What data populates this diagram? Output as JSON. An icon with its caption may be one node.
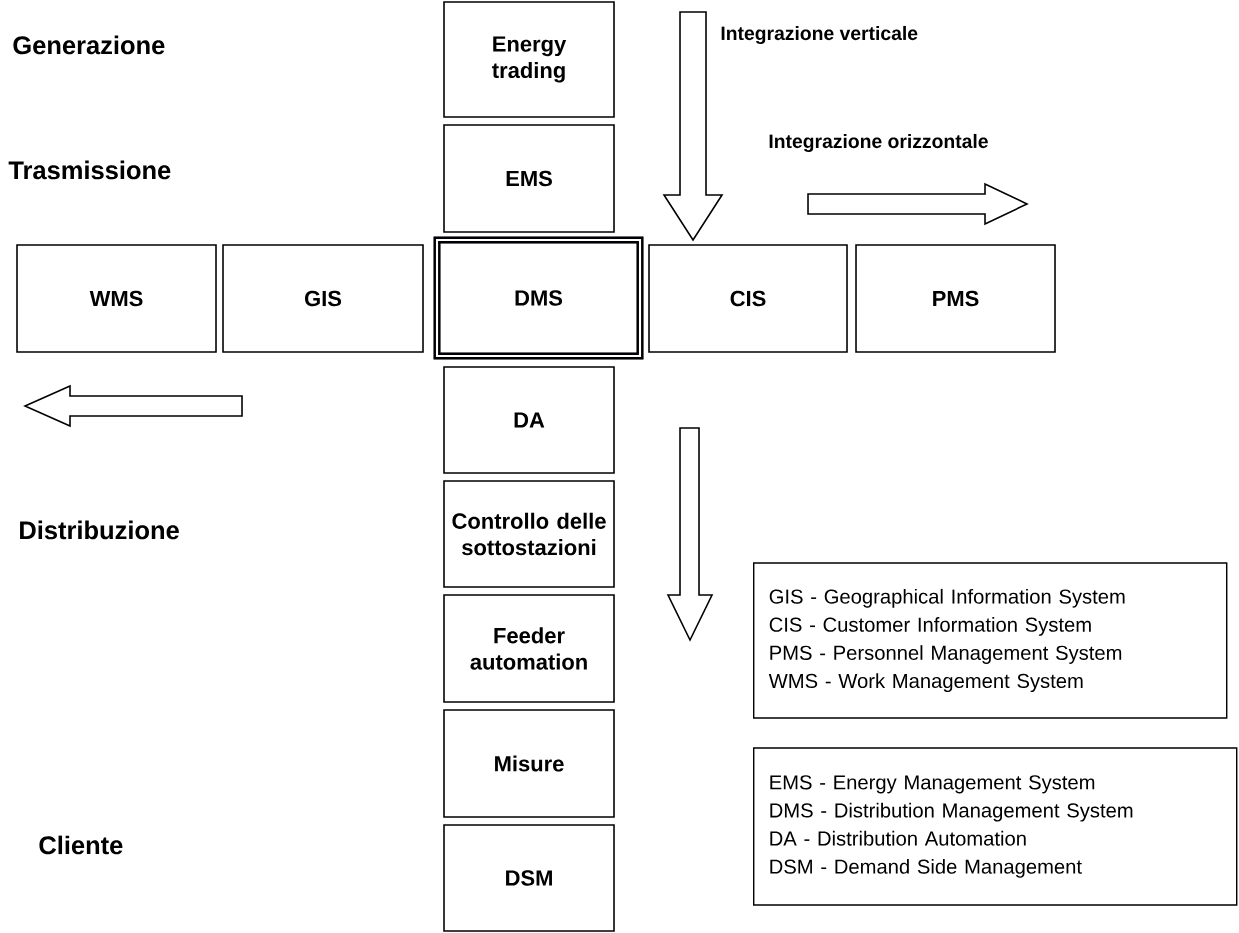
{
  "diagram": {
    "nodes": [
      {
        "text": [
          "Energy trading"
        ]
      },
      {
        "text": [
          "EMS"
        ]
      },
      {
        "text": [
          "WMS"
        ]
      },
      {
        "text": [
          "GIS"
        ]
      },
      {
        "text": [
          "DMS"
        ]
      },
      {
        "text": [
          "CIS"
        ]
      },
      {
        "text": [
          "PMS"
        ]
      },
      {
        "text": [
          "DA"
        ]
      },
      {
        "text": [
          "Controllo delle sottostazioni"
        ]
      },
      {
        "text": [
          "Feeder automation"
        ]
      },
      {
        "text": [
          "Misure"
        ]
      },
      {
        "text": [
          "DSM"
        ]
      },
      {
        "text": [
          "GIS - Geographical Information System",
          "CIS - Customer Information System",
          "PMS - Personnel Management System",
          "WMS - Work Management System"
        ]
      },
      {
        "text": [
          "EMS - Energy Management System",
          "DMS - Distribution Management System",
          "DA - Distribution Automation",
          "DSM - Demand Side Management"
        ]
      }
    ],
    "labels": [
      "Generazione",
      "Integrazione verticale",
      "Integrazione orizzontale",
      "Trasmissione",
      "Distribuzione",
      "Cliente"
    ]
  }
}
